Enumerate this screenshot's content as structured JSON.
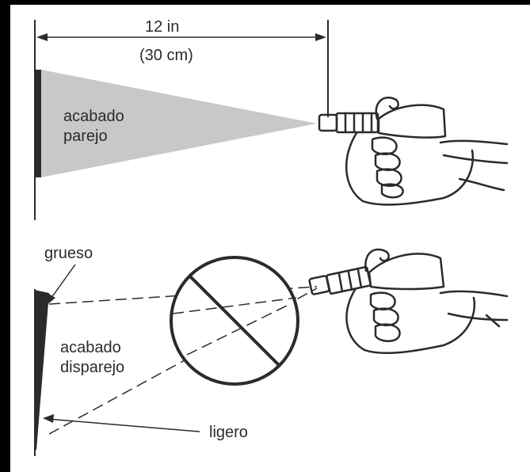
{
  "top_diagram": {
    "distance_line1": "12 in",
    "distance_line2": "(30 cm)",
    "finish_line1": "acabado",
    "finish_line2": "parejo"
  },
  "bottom_diagram": {
    "thick_label": "grueso",
    "finish_line1": "acabado",
    "finish_line2": "disparejo",
    "thin_label": "ligero"
  },
  "colors": {
    "page_background": "#000000",
    "panel": "#ffffff",
    "spray_fan": "#c8c8c8",
    "lines": "#2b2b2b"
  },
  "icons": [
    "spray-gun-icon",
    "prohibited-icon"
  ]
}
